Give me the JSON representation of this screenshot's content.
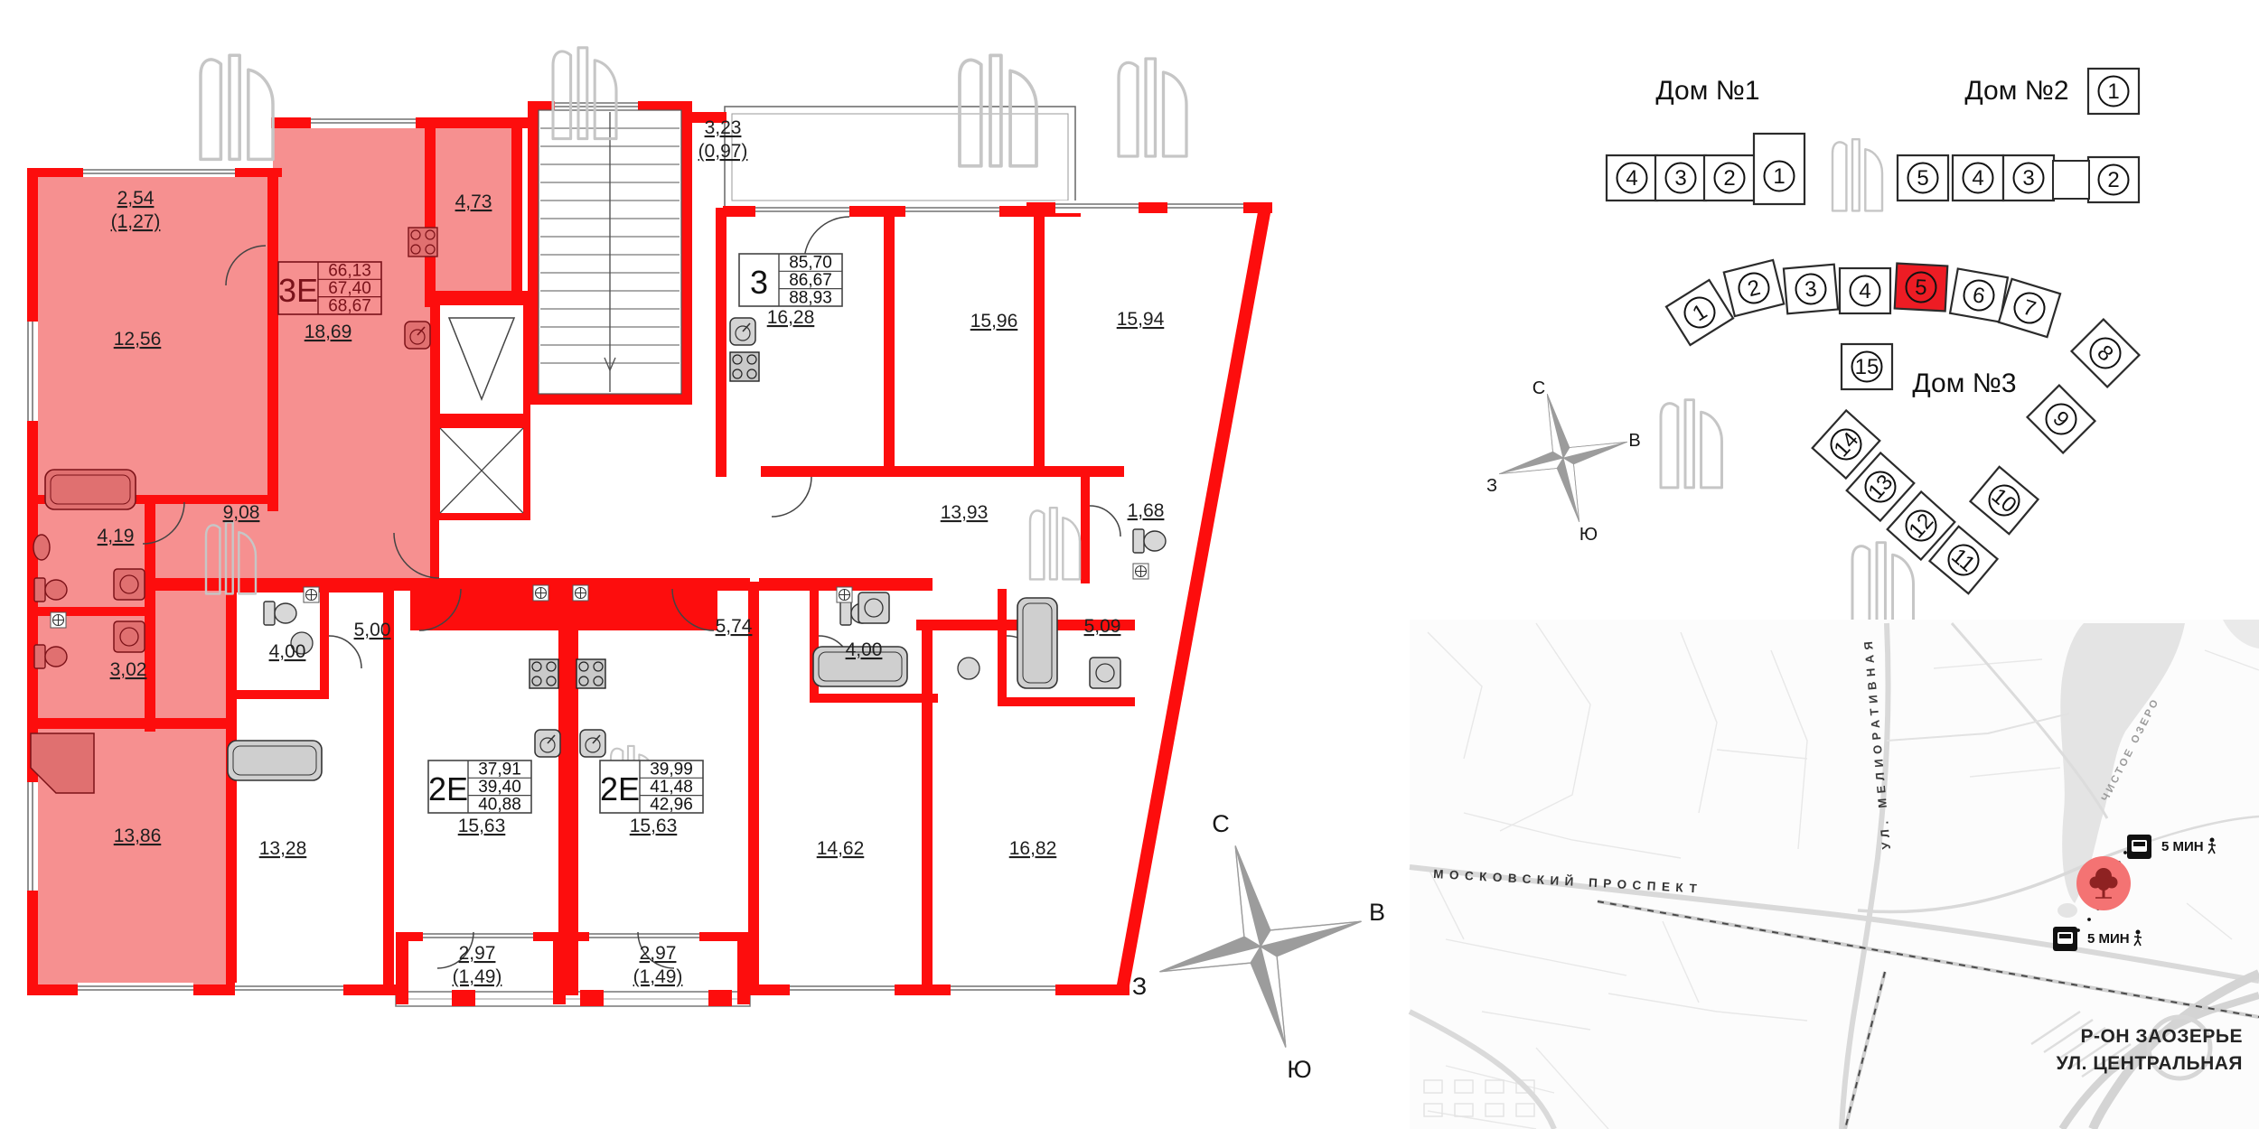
{
  "colors": {
    "wall_red": "#fd0d0d",
    "apartment_pink": "#f69090",
    "highlight_text": "#7a121a",
    "section_red": "#ed1c24",
    "marker_red": "#f47373",
    "marker_tree": "#8e2222"
  },
  "floor_plan": {
    "apartment_types": [
      {
        "type": "3Е",
        "areas": [
          "66,13",
          "67,40",
          "68,67"
        ],
        "highlighted": true
      },
      {
        "type": "3",
        "areas": [
          "85,70",
          "86,67",
          "88,93"
        ],
        "highlighted": false
      },
      {
        "type": "2Е",
        "areas": [
          "37,91",
          "39,40",
          "40,88"
        ],
        "highlighted": false
      },
      {
        "type": "2Е",
        "areas": [
          "39,99",
          "41,48",
          "42,96"
        ],
        "highlighted": false
      }
    ],
    "room_areas": [
      {
        "id": "balcony-2-54",
        "value": "2,54",
        "coeff": "(1,27)"
      },
      {
        "id": "room-12-56",
        "value": "12,56"
      },
      {
        "id": "room-18-69",
        "value": "18,69"
      },
      {
        "id": "room-4-73",
        "value": "4,73"
      },
      {
        "id": "hall-9-08",
        "value": "9,08"
      },
      {
        "id": "bath-4-19",
        "value": "4,19"
      },
      {
        "id": "wc-3-02",
        "value": "3,02"
      },
      {
        "id": "room-13-86",
        "value": "13,86"
      },
      {
        "id": "balcony-3-23",
        "value": "3,23",
        "coeff": "(0,97)"
      },
      {
        "id": "room-16-28",
        "value": "16,28"
      },
      {
        "id": "room-15-96",
        "value": "15,96"
      },
      {
        "id": "room-15-94",
        "value": "15,94"
      },
      {
        "id": "hall-13-93",
        "value": "13,93"
      },
      {
        "id": "wc-1-68",
        "value": "1,68"
      },
      {
        "id": "hall-5-74",
        "value": "5,74"
      },
      {
        "id": "bath-4-00-r",
        "value": "4,00"
      },
      {
        "id": "bath-5-09",
        "value": "5,09"
      },
      {
        "id": "room-14-62",
        "value": "14,62"
      },
      {
        "id": "room-16-82",
        "value": "16,82"
      },
      {
        "id": "hall-5-00",
        "value": "5,00"
      },
      {
        "id": "bath-4-00-l",
        "value": "4,00"
      },
      {
        "id": "room-15-63-l",
        "value": "15,63"
      },
      {
        "id": "room-13-28",
        "value": "13,28"
      },
      {
        "id": "balcony-2-97-l",
        "value": "2,97",
        "coeff": "(1,49)"
      },
      {
        "id": "room-15-63-r",
        "value": "15,63"
      },
      {
        "id": "balcony-2-97-r",
        "value": "2,97",
        "coeff": "(1,49)"
      }
    ]
  },
  "compass": {
    "north": "С",
    "east": "В",
    "south": "Ю",
    "west": "З"
  },
  "site_plan": {
    "house1": {
      "label": "Дом №1",
      "sections": [
        "4",
        "3",
        "2",
        "1"
      ]
    },
    "house2": {
      "label": "Дом №2",
      "sections": [
        "5",
        "4",
        "3",
        "2",
        "1"
      ]
    },
    "house3": {
      "label": "Дом №3",
      "sections": [
        "1",
        "2",
        "3",
        "4",
        "5",
        "6",
        "7",
        "8",
        "9",
        "10",
        "11",
        "12",
        "13",
        "14",
        "15"
      ],
      "highlighted_section": "5"
    }
  },
  "map": {
    "street_main": "МОСКОВСКИЙ ПРОСПЕКТ",
    "street_vertical": "УЛ. МЕЛИОРАТИВНАЯ",
    "lake_label": "ЧИСТОЕ ОЗЕРО",
    "bus_stops": [
      {
        "label": "5 МИН"
      },
      {
        "label": "5 МИН"
      }
    ],
    "district_line1": "Р-ОН ЗАОЗЕРЬЕ",
    "district_line2": "УЛ. ЦЕНТРАЛЬНАЯ"
  }
}
